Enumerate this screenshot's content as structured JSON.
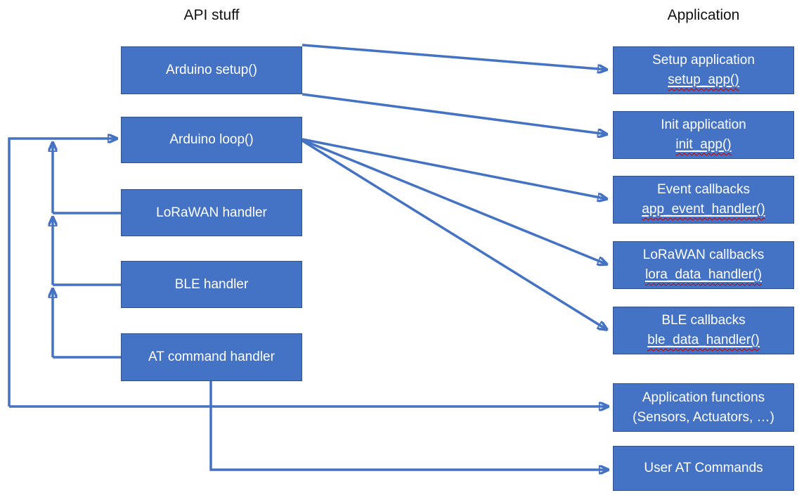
{
  "titles": {
    "left": "API stuff",
    "right": "Application"
  },
  "colors": {
    "box_fill": "#4472C4",
    "box_border": "#2F528F",
    "connector": "#4472C4",
    "squiggle": "#C00000",
    "box_text": "#FFFFFF",
    "title_text": "#111111"
  },
  "boxes": {
    "arduino_setup": {
      "label": "Arduino setup()"
    },
    "arduino_loop": {
      "label": "Arduino loop()"
    },
    "lorawan_handler": {
      "label": "LoRaWAN handler"
    },
    "ble_handler": {
      "label": "BLE handler"
    },
    "at_command_handler": {
      "label": "AT command handler"
    },
    "setup_application": {
      "line1": "Setup application",
      "line2": "setup_app()"
    },
    "init_application": {
      "line1": "Init application",
      "line2": "init_app()"
    },
    "event_callbacks": {
      "line1": "Event callbacks",
      "line2": "app_event_handler()"
    },
    "lorawan_callbacks": {
      "line1": "LoRaWAN callbacks",
      "line2": "lora_data_handler()"
    },
    "ble_callbacks": {
      "line1": "BLE callbacks",
      "line2": "ble_data_handler()"
    },
    "application_functions": {
      "line1": "Application functions",
      "line2": "(Sensors, Actuators, …)"
    },
    "user_at_commands": {
      "label": "User AT Commands"
    }
  },
  "connectors": [
    {
      "from": "Arduino setup()",
      "to": "Setup application setup_app()"
    },
    {
      "from": "Arduino setup()",
      "to": "Init application init_app()"
    },
    {
      "from": "Arduino loop()",
      "to": "Event callbacks app_event_handler()"
    },
    {
      "from": "Arduino loop()",
      "to": "LoRaWAN callbacks lora_data_handler()"
    },
    {
      "from": "Arduino loop()",
      "to": "BLE callbacks ble_data_handler()"
    },
    {
      "from": "LoRaWAN handler",
      "to": "Arduino loop()"
    },
    {
      "from": "BLE handler",
      "to": "Arduino loop()"
    },
    {
      "from": "AT command handler",
      "to": "Arduino loop()"
    },
    {
      "from": "Arduino loop()",
      "to": "Application functions (Sensors, Actuators, …)",
      "bidirectional": true
    },
    {
      "from": "AT command handler",
      "to": "User AT Commands"
    }
  ]
}
